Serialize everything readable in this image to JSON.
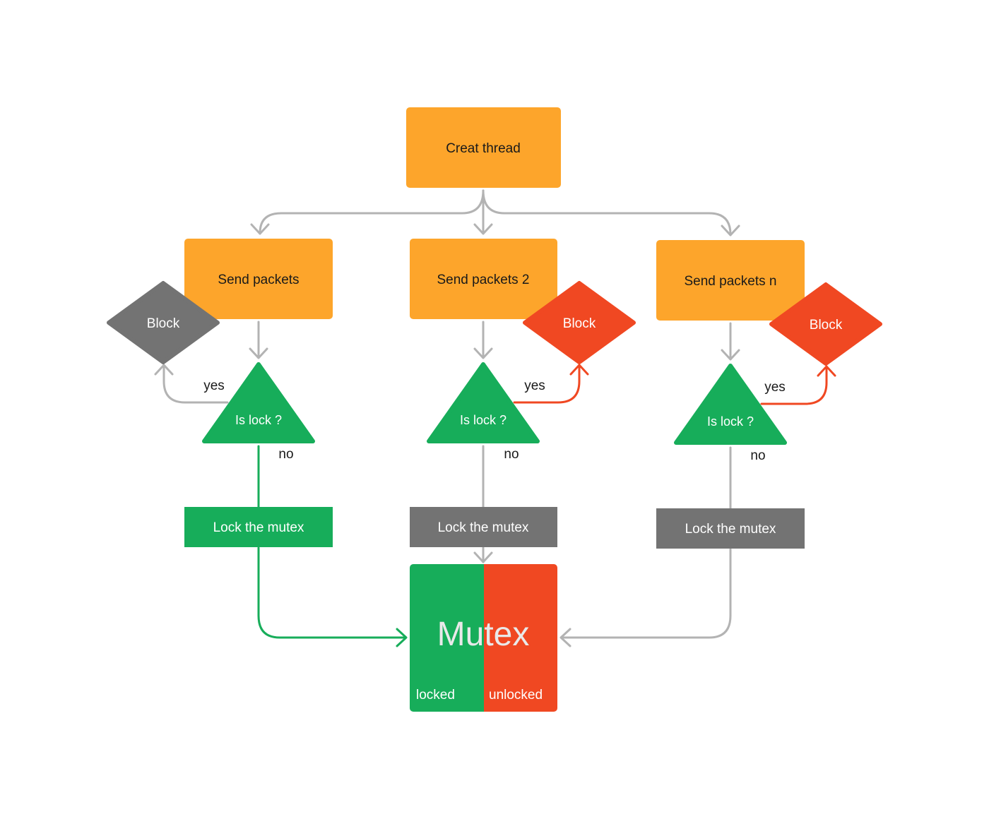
{
  "colors": {
    "orange": "#FDA52B",
    "green": "#17AD5A",
    "red": "#F04822",
    "gray": "#737373",
    "connector_gray": "#B3B3B3",
    "connector_green": "#17AD5A",
    "connector_red": "#F04822",
    "text_dark": "#1A1A1A",
    "text_light": "#FFFFFF",
    "mutex_text": "#E9E9E9"
  },
  "start": {
    "label": "Creat thread"
  },
  "threads": [
    {
      "send_label": "Send packets",
      "block_label": "Block",
      "block_state": "inactive",
      "decision_label": "Is lock ?",
      "yes_label": "yes",
      "no_label": "no",
      "lock_label": "Lock the mutex",
      "lock_state": "active"
    },
    {
      "send_label": "Send packets 2",
      "block_label": "Block",
      "block_state": "active",
      "decision_label": "Is lock ?",
      "yes_label": "yes",
      "no_label": "no",
      "lock_label": "Lock the mutex",
      "lock_state": "inactive"
    },
    {
      "send_label": "Send packets n",
      "block_label": "Block",
      "block_state": "active",
      "decision_label": "Is lock ?",
      "yes_label": "yes",
      "no_label": "no",
      "lock_label": "Lock the mutex",
      "lock_state": "inactive"
    }
  ],
  "mutex": {
    "title": "Mutex",
    "locked_label": "locked",
    "unlocked_label": "unlocked"
  }
}
